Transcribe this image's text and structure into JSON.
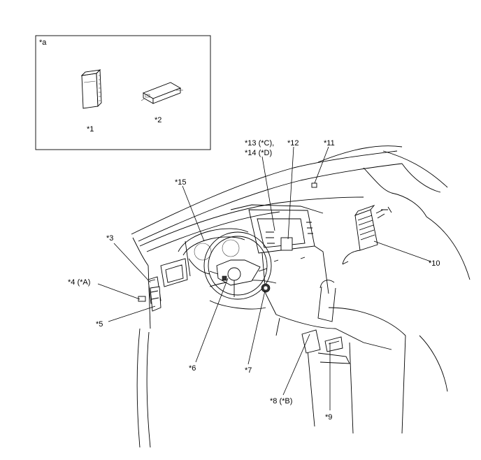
{
  "inset": {
    "label": "*a",
    "parts": [
      {
        "id": "inset-part-1",
        "label": "*1"
      },
      {
        "id": "inset-part-2",
        "label": "*2"
      }
    ]
  },
  "callouts": {
    "c3": "*3",
    "c4": "*4 (*A)",
    "c5": "*5",
    "c6": "*6",
    "c7": "*7",
    "c8": "*8 (*B)",
    "c9": "*9",
    "c10": "*10",
    "c11": "*11",
    "c12": "*12",
    "c13": "*13 (*C),",
    "c14": "*14 (*D)",
    "c15": "*15"
  }
}
